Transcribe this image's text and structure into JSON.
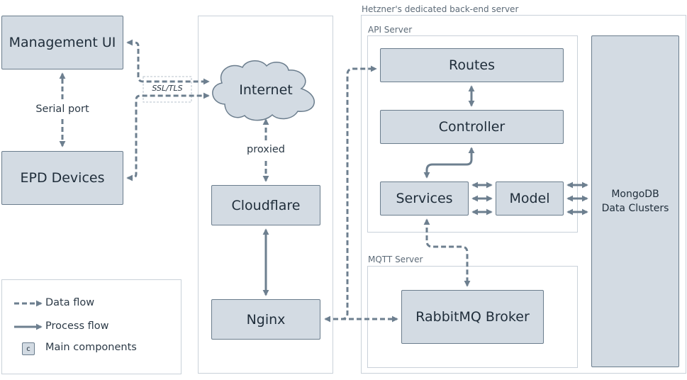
{
  "nodes": {
    "management_ui": "Management UI",
    "epd_devices": "EPD Devices",
    "internet": "Internet",
    "cloudflare": "Cloudflare",
    "nginx": "Nginx",
    "routes": "Routes",
    "controller": "Controller",
    "services": "Services",
    "model": "Model",
    "mongodb_line1": "MongoDB",
    "mongodb_line2": "Data Clusters",
    "rabbitmq": "RabbitMQ Broker"
  },
  "edge_labels": {
    "serial_port": "Serial port",
    "ssl_tls": "SSL/TLS",
    "proxied": "proxied"
  },
  "groups": {
    "hetzner": "Hetzner's dedicated back-end server",
    "api_server": "API Server",
    "mqtt_server": "MQTT Server"
  },
  "legend": {
    "data_flow": "Data flow",
    "process_flow": "Process flow",
    "component_marker": "c",
    "main_components": "Main components"
  },
  "colors": {
    "component_fill": "#d3dbe3",
    "component_border": "#6b7d8d",
    "arrow": "#6d7f8f",
    "panel_border": "#c9d1d9"
  }
}
